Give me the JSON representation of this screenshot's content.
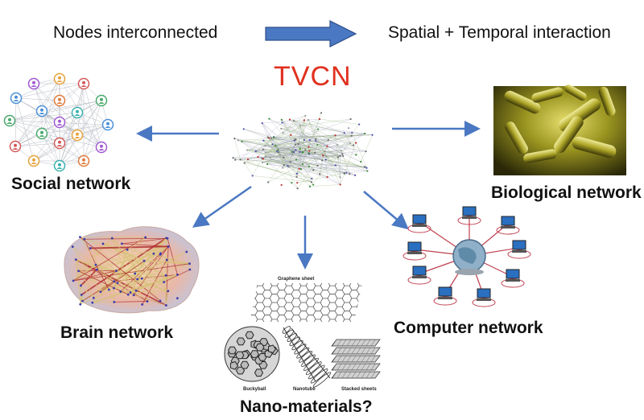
{
  "header": {
    "left_text": "Nodes interconnected",
    "right_text": "Spatial + Temporal interaction"
  },
  "center": {
    "title": "TVCN"
  },
  "networks": {
    "social": "Social network",
    "biological": "Biological network",
    "brain": "Brain network",
    "nano": "Nano-materials?",
    "computer": "Computer network"
  },
  "nano_labels": {
    "graphene": "Graphene sheet",
    "buckyball": "Buckyball",
    "nanotube": "Nanotube",
    "stacked": "Stacked sheets"
  },
  "colors": {
    "arrow": "#4a78c2",
    "title": "#e0301e",
    "bio": "#b8b020"
  }
}
